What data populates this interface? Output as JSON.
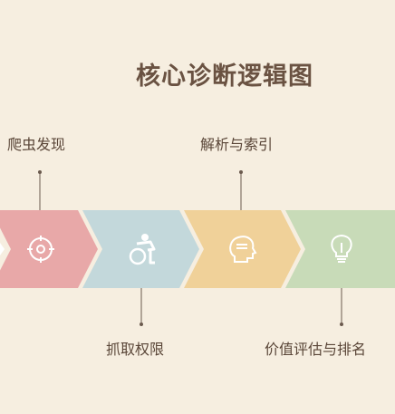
{
  "title": "核心诊断逻辑图",
  "steps": [
    {
      "label": "爬虫发现",
      "icon": "crosshair-target-icon",
      "color": "#e8a8a8"
    },
    {
      "label": "抓取权限",
      "icon": "wheelchair-person-icon",
      "color": "#c3d8db"
    },
    {
      "label": "解析与索引",
      "icon": "head-brain-icon",
      "color": "#f0d199"
    },
    {
      "label": "价值评估与排名",
      "icon": "lightbulb-icon",
      "color": "#c8dbb8"
    }
  ],
  "colors": {
    "background": "#f6eee0",
    "title": "#6a5242",
    "text": "#5a4638",
    "connector": "#6b5a4e"
  }
}
